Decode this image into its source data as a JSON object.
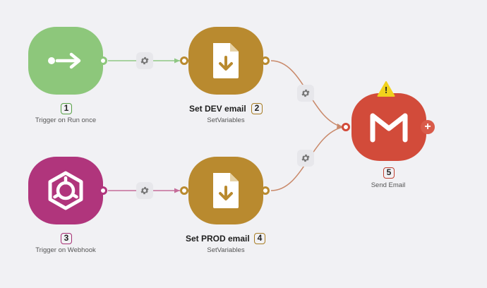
{
  "nodes": {
    "trigger_run_once": {
      "number": "1",
      "label": "Trigger on Run once",
      "color": "#8dc77b",
      "badge_color": "#56a144"
    },
    "set_dev_email": {
      "number": "2",
      "title": "Set DEV email",
      "label": "SetVariables",
      "color": "#b98a2f",
      "badge_color": "#a77c22"
    },
    "trigger_webhook": {
      "number": "3",
      "label": "Trigger on Webhook",
      "color": "#b0357c",
      "badge_color": "#a62e72"
    },
    "set_prod_email": {
      "number": "4",
      "title": "Set PROD email",
      "label": "SetVariables",
      "color": "#b98a2f",
      "badge_color": "#a77c22"
    },
    "send_email": {
      "number": "5",
      "label": "Send Email",
      "color": "#d24b3a",
      "badge_color": "#c04030",
      "warning": "!"
    }
  },
  "icons": {
    "run_once": "arrow-right-icon",
    "set_variables": "file-download-icon",
    "webhook": "webhook-hexagon-icon",
    "gmail": "gmail-m-icon",
    "gear": "gear-icon",
    "warning": "warning-triangle-icon",
    "add": "plus-icon"
  },
  "add_symbol": "+"
}
